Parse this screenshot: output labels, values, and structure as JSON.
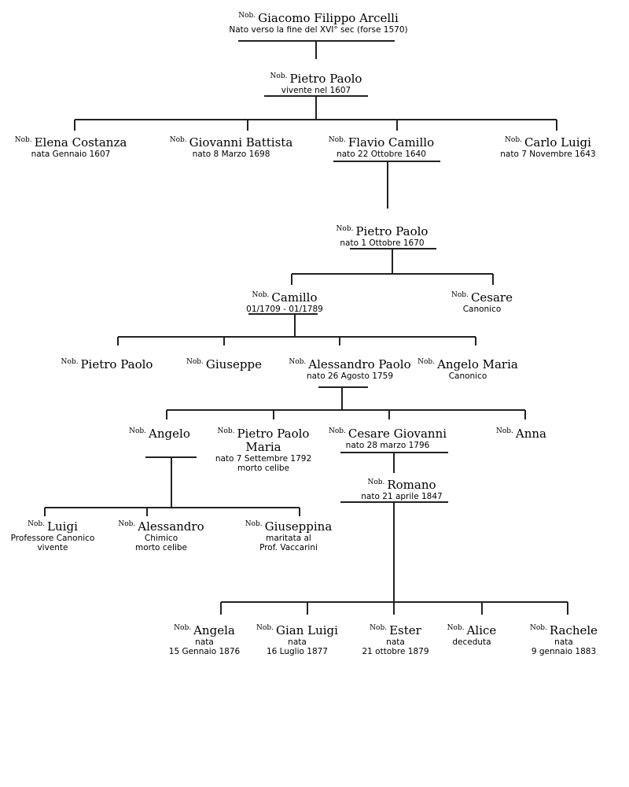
{
  "prefix": "Nob.",
  "people": [
    {
      "id": "giacomo",
      "name": "Giacomo Filippo Arcelli",
      "info": [
        "Nato verso la fine del XVI° sec (forse 1570)"
      ]
    },
    {
      "id": "pietro-paolo-1",
      "name": "Pietro Paolo",
      "info": [
        "vivente nel 1607"
      ]
    },
    {
      "id": "elena",
      "name": "Elena Costanza",
      "info": [
        "nata Gennaio 1607"
      ]
    },
    {
      "id": "giovanni",
      "name": "Giovanni Battista",
      "info": [
        "nato 8 Marzo 1698"
      ]
    },
    {
      "id": "flavio",
      "name": "Flavio Camillo",
      "info": [
        "nato 22 Ottobre 1640"
      ]
    },
    {
      "id": "carlo",
      "name": "Carlo Luigi",
      "info": [
        "nato 7 Novembre 1643"
      ]
    },
    {
      "id": "pietro-paolo-2",
      "name": "Pietro Paolo",
      "info": [
        "nato 1 Ottobre 1670"
      ]
    },
    {
      "id": "camillo",
      "name": "Camillo",
      "info": [
        "01/1709 - 01/1789"
      ]
    },
    {
      "id": "cesare",
      "name": "Cesare",
      "info": [
        "Canonico"
      ]
    },
    {
      "id": "pietro-paolo-3",
      "name": "Pietro Paolo",
      "info": []
    },
    {
      "id": "giuseppe",
      "name": "Giuseppe",
      "info": []
    },
    {
      "id": "alessandro-paolo",
      "name": "Alessandro Paolo",
      "info": [
        "nato 26 Agosto 1759"
      ]
    },
    {
      "id": "angelo-maria",
      "name": "Angelo Maria",
      "info": [
        "Canonico"
      ]
    },
    {
      "id": "angelo",
      "name": "Angelo",
      "info": []
    },
    {
      "id": "pietro-paolo-maria",
      "name": "Pietro Paolo",
      "name2": "Maria",
      "info": [
        "nato 7 Settembre 1792",
        "morto celibe"
      ]
    },
    {
      "id": "cesare-giovanni",
      "name": "Cesare Giovanni",
      "info": [
        "nato 28 marzo 1796"
      ]
    },
    {
      "id": "anna",
      "name": "Anna",
      "info": []
    },
    {
      "id": "romano",
      "name": "Romano",
      "info": [
        "nato 21 aprile 1847"
      ]
    },
    {
      "id": "luigi",
      "name": "Luigi",
      "info": [
        "Professore Canonico",
        "vivente"
      ]
    },
    {
      "id": "alessandro",
      "name": "Alessandro",
      "info": [
        "Chimico",
        "morto celibe"
      ]
    },
    {
      "id": "giuseppina",
      "name": "Giuseppina",
      "info": [
        "maritata al",
        "Prof. Vaccarini"
      ]
    },
    {
      "id": "angela",
      "name": "Angela",
      "info": [
        "nata",
        "15 Gennaio 1876"
      ]
    },
    {
      "id": "gian-luigi",
      "name": "Gian Luigi",
      "info": [
        "nata",
        "16 Luglio 1877"
      ]
    },
    {
      "id": "ester",
      "name": "Ester",
      "info": [
        "nata",
        "21 ottobre 1879"
      ]
    },
    {
      "id": "alice",
      "name": "Alice",
      "info": [
        "deceduta"
      ]
    },
    {
      "id": "rachele",
      "name": "Rachele",
      "info": [
        "nata",
        "9 gennaio 1883"
      ]
    }
  ]
}
